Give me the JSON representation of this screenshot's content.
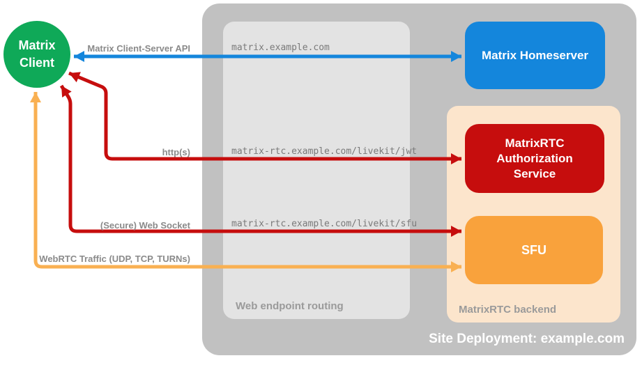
{
  "diagram": {
    "client": {
      "line1": "Matrix",
      "line2": "Client"
    },
    "homeserver": {
      "label": "Matrix Homeserver"
    },
    "auth_service": {
      "line1": "MatrixRTC",
      "line2": "Authorization",
      "line3": "Service"
    },
    "sfu": {
      "label": "SFU"
    },
    "containers": {
      "site": {
        "label": "Site Deployment: example.com"
      },
      "routing": {
        "label": "Web endpoint routing"
      },
      "backend": {
        "label": "MatrixRTC backend"
      }
    },
    "edges": {
      "cs_api": {
        "label": "Matrix Client-Server API",
        "endpoint": "matrix.example.com",
        "color": "#1486DC"
      },
      "http": {
        "label": "http(s)",
        "endpoint": "matrix-rtc.example.com/livekit/jwt",
        "color": "#C60D0D"
      },
      "websocket": {
        "label": "(Secure) Web Socket",
        "endpoint": "matrix-rtc.example.com/livekit/sfu",
        "color": "#C60D0D"
      },
      "webrtc": {
        "label": "WebRTC Traffic (UDP, TCP, TURNs)",
        "color": "#F9B052"
      }
    },
    "colors": {
      "client_green": "#0FA958",
      "homeserver_blue": "#1486DC",
      "auth_red": "#C60D0D",
      "sfu_orange": "#F9A23C",
      "backend_peach": "#FCE5CC",
      "site_gray": "#C1C1C1",
      "routing_gray": "#E3E3E3",
      "label_gray": "#8A8A8A"
    }
  }
}
